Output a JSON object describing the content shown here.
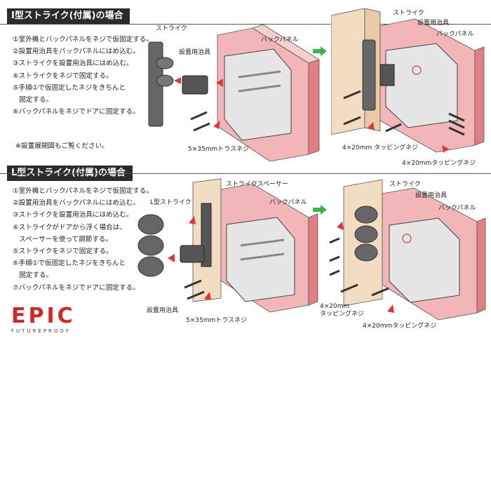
{
  "section_i": {
    "title": "I型ストライク(付属)の場合",
    "steps": [
      "①室外機とバックパネルをネジで仮固定する。",
      "②設置用治具をバックパネルにはめ込む。",
      "③ストライクを設置用治具にはめ込む。",
      "④ストライクをネジで固定する。",
      "⑤手順①で仮固定したネジをきちんと",
      "   固定する。",
      "⑥バックパネルをネジでドアに固定する。"
    ],
    "note": "※設置展開図もご覧ください。",
    "labels": {
      "strike": "ストライク",
      "jig": "設置用治具",
      "back_panel": "バックパネル",
      "truss_screw": "5×35mmトラスネジ",
      "strike_r": "ストライク",
      "jig_r": "設置用治具",
      "back_panel_r": "バックパネル",
      "tapping_a": "4×20mm タッピングネジ",
      "tapping_b": "4×20mmタッピングネジ"
    }
  },
  "section_l": {
    "title": "L型ストライク(付属)の場合",
    "steps": [
      "①室外機とバックパネルをネジで仮固定する。",
      "②設置用治具をバックパネルにはめ込む。",
      "③ストライクを設置用治具にはめ込む。",
      "④ストライクがドアから浮く場合は、",
      "   スペーサーを使って調節する。",
      "⑤ストライクをネジで固定する。",
      "⑥手順①で仮固定したネジをきちんと",
      "   固定する。",
      "⑦バックパネルをネジでドアに固定する。"
    ],
    "labels": {
      "l_strike": "L型ストライク",
      "spacer": "ストライクスペーサー",
      "back_panel": "バックパネル",
      "jig": "設置用治具",
      "truss_screw": "5×35mmトラスネジ",
      "strike_r": "ストライク",
      "jig_r": "設置用治具",
      "back_panel_r": "バックパネル",
      "tapping_a1": "4×20mm",
      "tapping_a2": "タッピングネジ",
      "tapping_b": "4×20mmタッピングネジ"
    }
  },
  "logo": {
    "word": "EPIC",
    "tagline": "FUTUREPROOF"
  },
  "colors": {
    "door": "#f2b5b8",
    "door_edge": "#e07f86",
    "panel": "#8d8d8d",
    "arrow_red": "#d93a3a",
    "arrow_green": "#3cb34a",
    "wood": "#f3ddc2"
  }
}
